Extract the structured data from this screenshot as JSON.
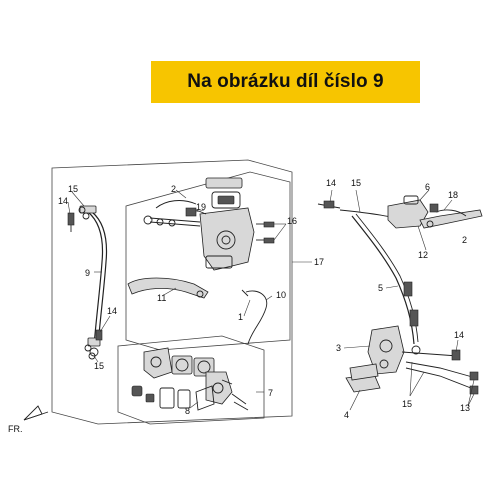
{
  "banner": {
    "text": "Na obrázku díl číslo 9",
    "color": "#f7c500"
  },
  "direction_label": "FR.",
  "callouts": [
    "1",
    "2",
    "3",
    "4",
    "5",
    "6",
    "7",
    "8",
    "9",
    "10",
    "11",
    "12",
    "13",
    "14",
    "15",
    "16",
    "17",
    "18",
    "19"
  ]
}
